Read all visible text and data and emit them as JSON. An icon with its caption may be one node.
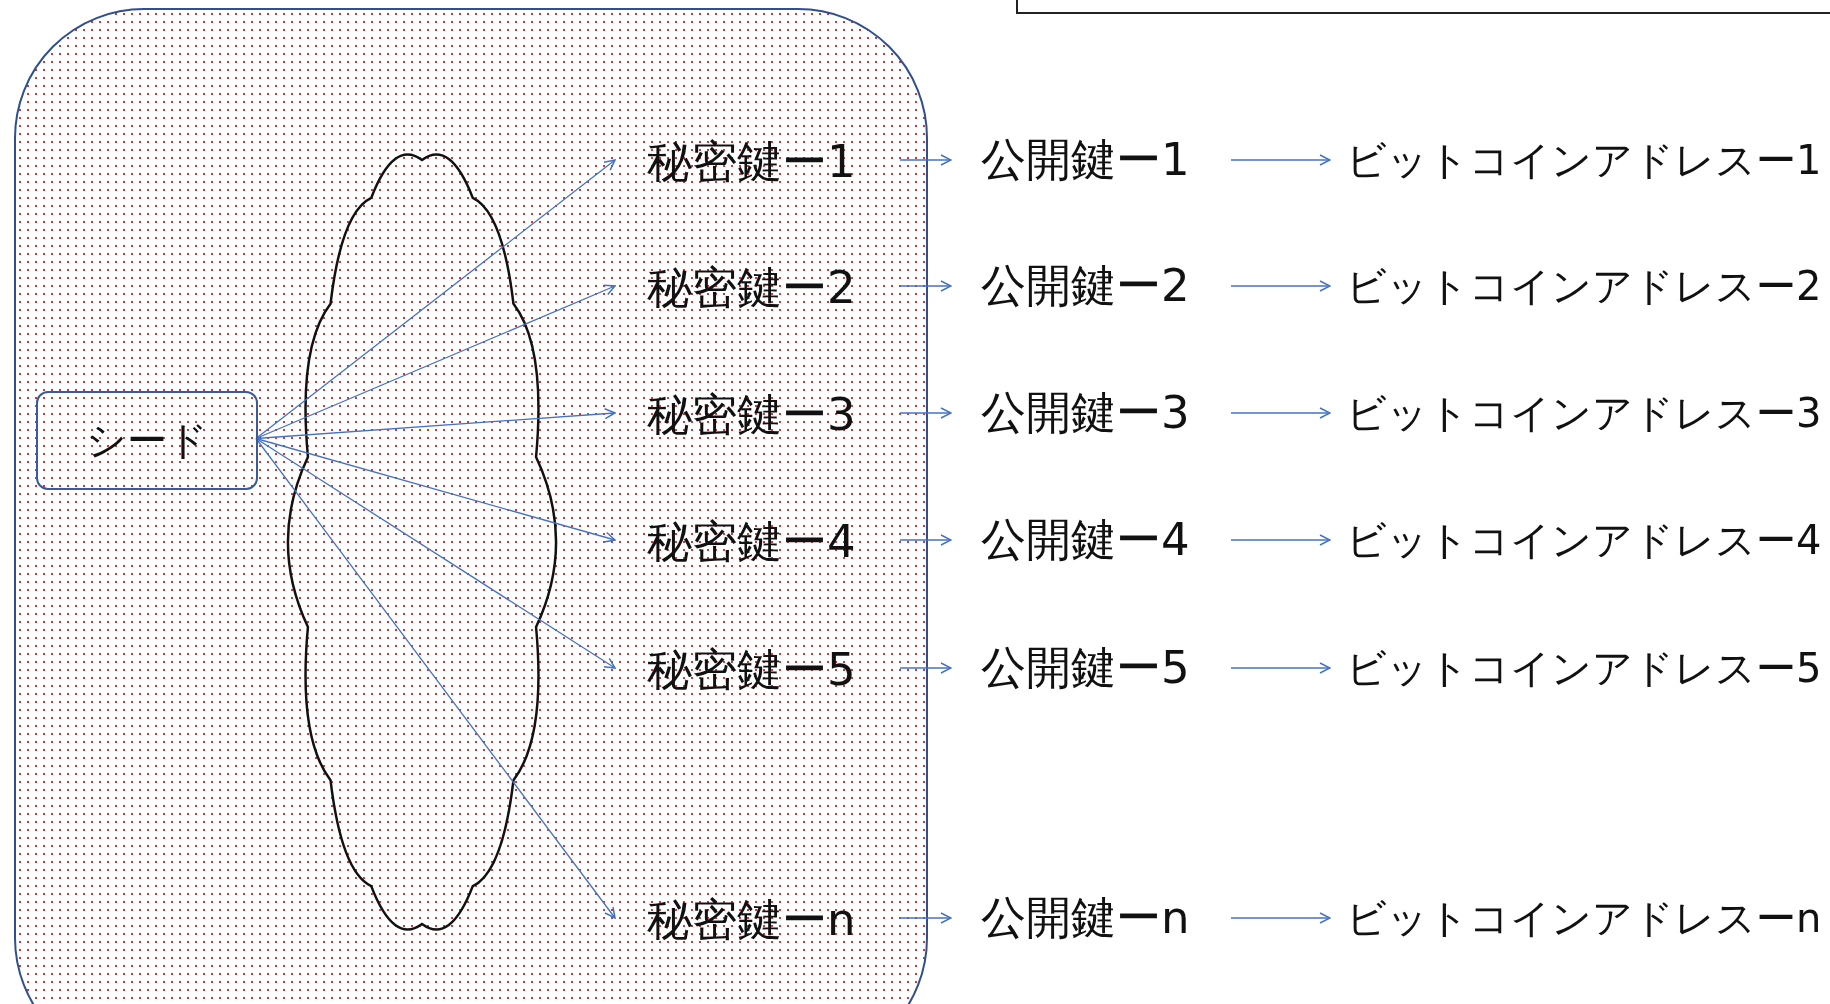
{
  "diagram": {
    "nodes": [
      {
        "text": [],
        "shape": "box"
      },
      {
        "text": [],
        "shape": "box"
      },
      {
        "text": [
          "シード"
        ],
        "in": 0
      },
      {
        "text": [
          "秘密鍵ー1"
        ],
        "in": 0
      },
      {
        "text": [
          "公開鍵ー1"
        ]
      },
      {
        "text": [
          "ビットコインアドレスー1"
        ]
      },
      {
        "text": [
          "秘密鍵ー2"
        ],
        "in": 0
      },
      {
        "text": [
          "公開鍵ー2"
        ]
      },
      {
        "text": [
          "ビットコインアドレスー2"
        ]
      },
      {
        "text": [
          "秘密鍵ー3"
        ],
        "in": 0
      },
      {
        "text": [
          "公開鍵ー3"
        ]
      },
      {
        "text": [
          "ビットコインアドレスー3"
        ]
      },
      {
        "text": [
          "秘密鍵ー4"
        ],
        "in": 0
      },
      {
        "text": [
          "公開鍵ー4"
        ]
      },
      {
        "text": [
          "ビットコインアドレスー4"
        ]
      },
      {
        "text": [
          "秘密鍵ー5"
        ],
        "in": 0
      },
      {
        "text": [
          "公開鍵ー5"
        ]
      },
      {
        "text": [
          "ビットコインアドレスー5"
        ]
      },
      {
        "text": [
          "秘密鍵ーn"
        ],
        "in": 0
      },
      {
        "text": [
          "公開鍵ーn"
        ]
      },
      {
        "text": [
          "ビットコインアドレスーn"
        ]
      }
    ],
    "edges": [
      {
        "from": 2,
        "to": 3,
        "arrow": "to"
      },
      {
        "from": 2,
        "to": 6,
        "arrow": "to"
      },
      {
        "from": 2,
        "to": 9,
        "arrow": "to"
      },
      {
        "from": 2,
        "to": 12,
        "arrow": "to"
      },
      {
        "from": 2,
        "to": 15,
        "arrow": "to"
      },
      {
        "from": 2,
        "to": 18,
        "arrow": "to"
      },
      {
        "from": 3,
        "to": 4,
        "arrow": "to"
      },
      {
        "from": 4,
        "to": 5,
        "arrow": "to"
      },
      {
        "from": 6,
        "to": 7,
        "arrow": "to"
      },
      {
        "from": 7,
        "to": 8,
        "arrow": "to"
      },
      {
        "from": 9,
        "to": 10,
        "arrow": "to"
      },
      {
        "from": 10,
        "to": 11,
        "arrow": "to"
      },
      {
        "from": 12,
        "to": 13,
        "arrow": "to"
      },
      {
        "from": 13,
        "to": 14,
        "arrow": "to"
      },
      {
        "from": 15,
        "to": 16,
        "arrow": "to"
      },
      {
        "from": 16,
        "to": 17,
        "arrow": "to"
      },
      {
        "from": 18,
        "to": 19,
        "arrow": "to"
      },
      {
        "from": 19,
        "to": 20,
        "arrow": "to"
      }
    ]
  }
}
